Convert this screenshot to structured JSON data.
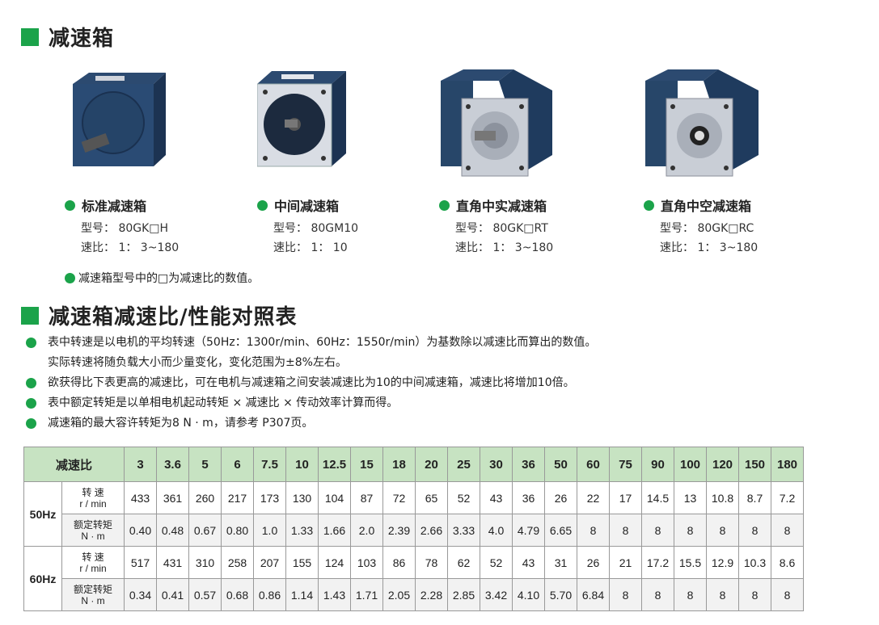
{
  "section1": {
    "title": "减速箱"
  },
  "products": [
    {
      "name": "标准减速箱",
      "model": "型号：  80GK□H",
      "ratio": "速比：  1：  3~180"
    },
    {
      "name": "中间减速箱",
      "model": "型号：  80GM10",
      "ratio": "速比：  1：  10"
    },
    {
      "name": "直角中实减速箱",
      "model": "型号：  80GK□RT",
      "ratio": "速比：  1：  3~180"
    },
    {
      "name": "直角中空减速箱",
      "model": "型号：  80GK□RC",
      "ratio": "速比：  1：  3~180"
    }
  ],
  "note": "减速箱型号中的□为减速比的数值。",
  "section2": {
    "title": "减速箱减速比/性能对照表"
  },
  "bullets": {
    "b1": "表中转速是以电机的平均转速（50Hz：1300r/min、60Hz：1550r/min）为基数除以减速比而算出的数值。",
    "b1_cont": "实际转速将随负载大小而少量变化，变化范围为±8%左右。",
    "b2": "欲获得比下表更高的减速比，可在电机与减速箱之间安装减速比为10的中间减速箱，减速比将增加10倍。",
    "b3": "表中额定转矩是以单相电机起动转矩 × 减速比 × 传动效率计算而得。",
    "b4": "减速箱的最大容许转矩为8 N · m，请参考 P307页。"
  },
  "table": {
    "header_label": "减速比",
    "ratios": [
      "3",
      "3.6",
      "5",
      "6",
      "7.5",
      "10",
      "12.5",
      "15",
      "18",
      "20",
      "25",
      "30",
      "36",
      "50",
      "60",
      "75",
      "90",
      "100",
      "120",
      "150",
      "180"
    ],
    "speed_label_1": "转 速",
    "speed_label_2": "r / min",
    "torque_label_1": "额定转矩",
    "torque_label_2": "N · m",
    "hz50": {
      "label": "50Hz",
      "speed": [
        "433",
        "361",
        "260",
        "217",
        "173",
        "130",
        "104",
        "87",
        "72",
        "65",
        "52",
        "43",
        "36",
        "26",
        "22",
        "17",
        "14.5",
        "13",
        "10.8",
        "8.7",
        "7.2"
      ],
      "torque": [
        "0.40",
        "0.48",
        "0.67",
        "0.80",
        "1.0",
        "1.33",
        "1.66",
        "2.0",
        "2.39",
        "2.66",
        "3.33",
        "4.0",
        "4.79",
        "6.65",
        "8",
        "8",
        "8",
        "8",
        "8",
        "8",
        "8"
      ]
    },
    "hz60": {
      "label": "60Hz",
      "speed": [
        "517",
        "431",
        "310",
        "258",
        "207",
        "155",
        "124",
        "103",
        "86",
        "78",
        "62",
        "52",
        "43",
        "31",
        "26",
        "21",
        "17.2",
        "15.5",
        "12.9",
        "10.3",
        "8.6"
      ],
      "torque": [
        "0.34",
        "0.41",
        "0.57",
        "0.68",
        "0.86",
        "1.14",
        "1.43",
        "1.71",
        "2.05",
        "2.28",
        "2.85",
        "3.42",
        "4.10",
        "5.70",
        "6.84",
        "8",
        "8",
        "8",
        "8",
        "8",
        "8"
      ]
    }
  }
}
